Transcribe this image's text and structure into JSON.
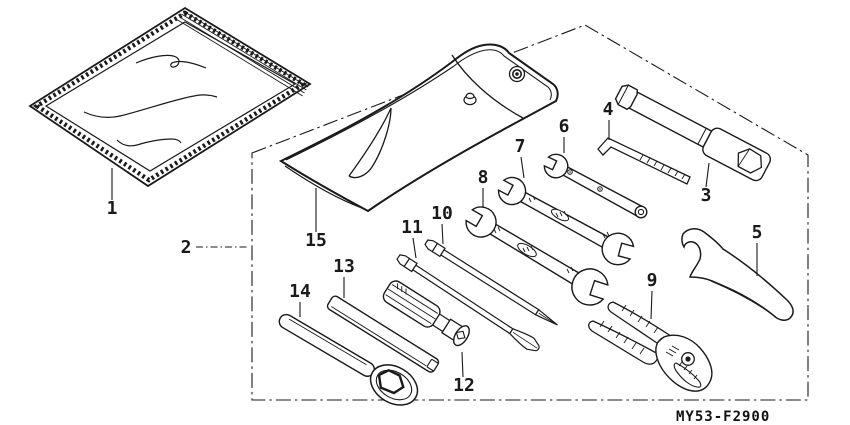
{
  "diagram": {
    "part_code": "MY53-F2900",
    "colors": {
      "ink": "#1a1a1a",
      "background": "#ffffff"
    },
    "callouts": [
      {
        "label": "1"
      },
      {
        "label": "2"
      },
      {
        "label": "3"
      },
      {
        "label": "4"
      },
      {
        "label": "5"
      },
      {
        "label": "6"
      },
      {
        "label": "7"
      },
      {
        "label": "8"
      },
      {
        "label": "9"
      },
      {
        "label": "10"
      },
      {
        "label": "11"
      },
      {
        "label": "12"
      },
      {
        "label": "13"
      },
      {
        "label": "14"
      },
      {
        "label": "15"
      }
    ]
  }
}
